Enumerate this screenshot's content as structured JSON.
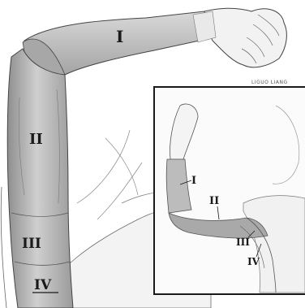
{
  "main_figure": {
    "zone_labels": [
      "I",
      "II",
      "III",
      "IV"
    ]
  },
  "inset_figure": {
    "zone_labels": [
      "I",
      "II",
      "III",
      "IV"
    ],
    "signature": "LIGUO  LIANG"
  },
  "colors": {
    "ink": "#1a1a1a",
    "shade": "#b9b9b9",
    "band_I": "#c8c8c8",
    "band_mid": "#9d9d9d"
  }
}
